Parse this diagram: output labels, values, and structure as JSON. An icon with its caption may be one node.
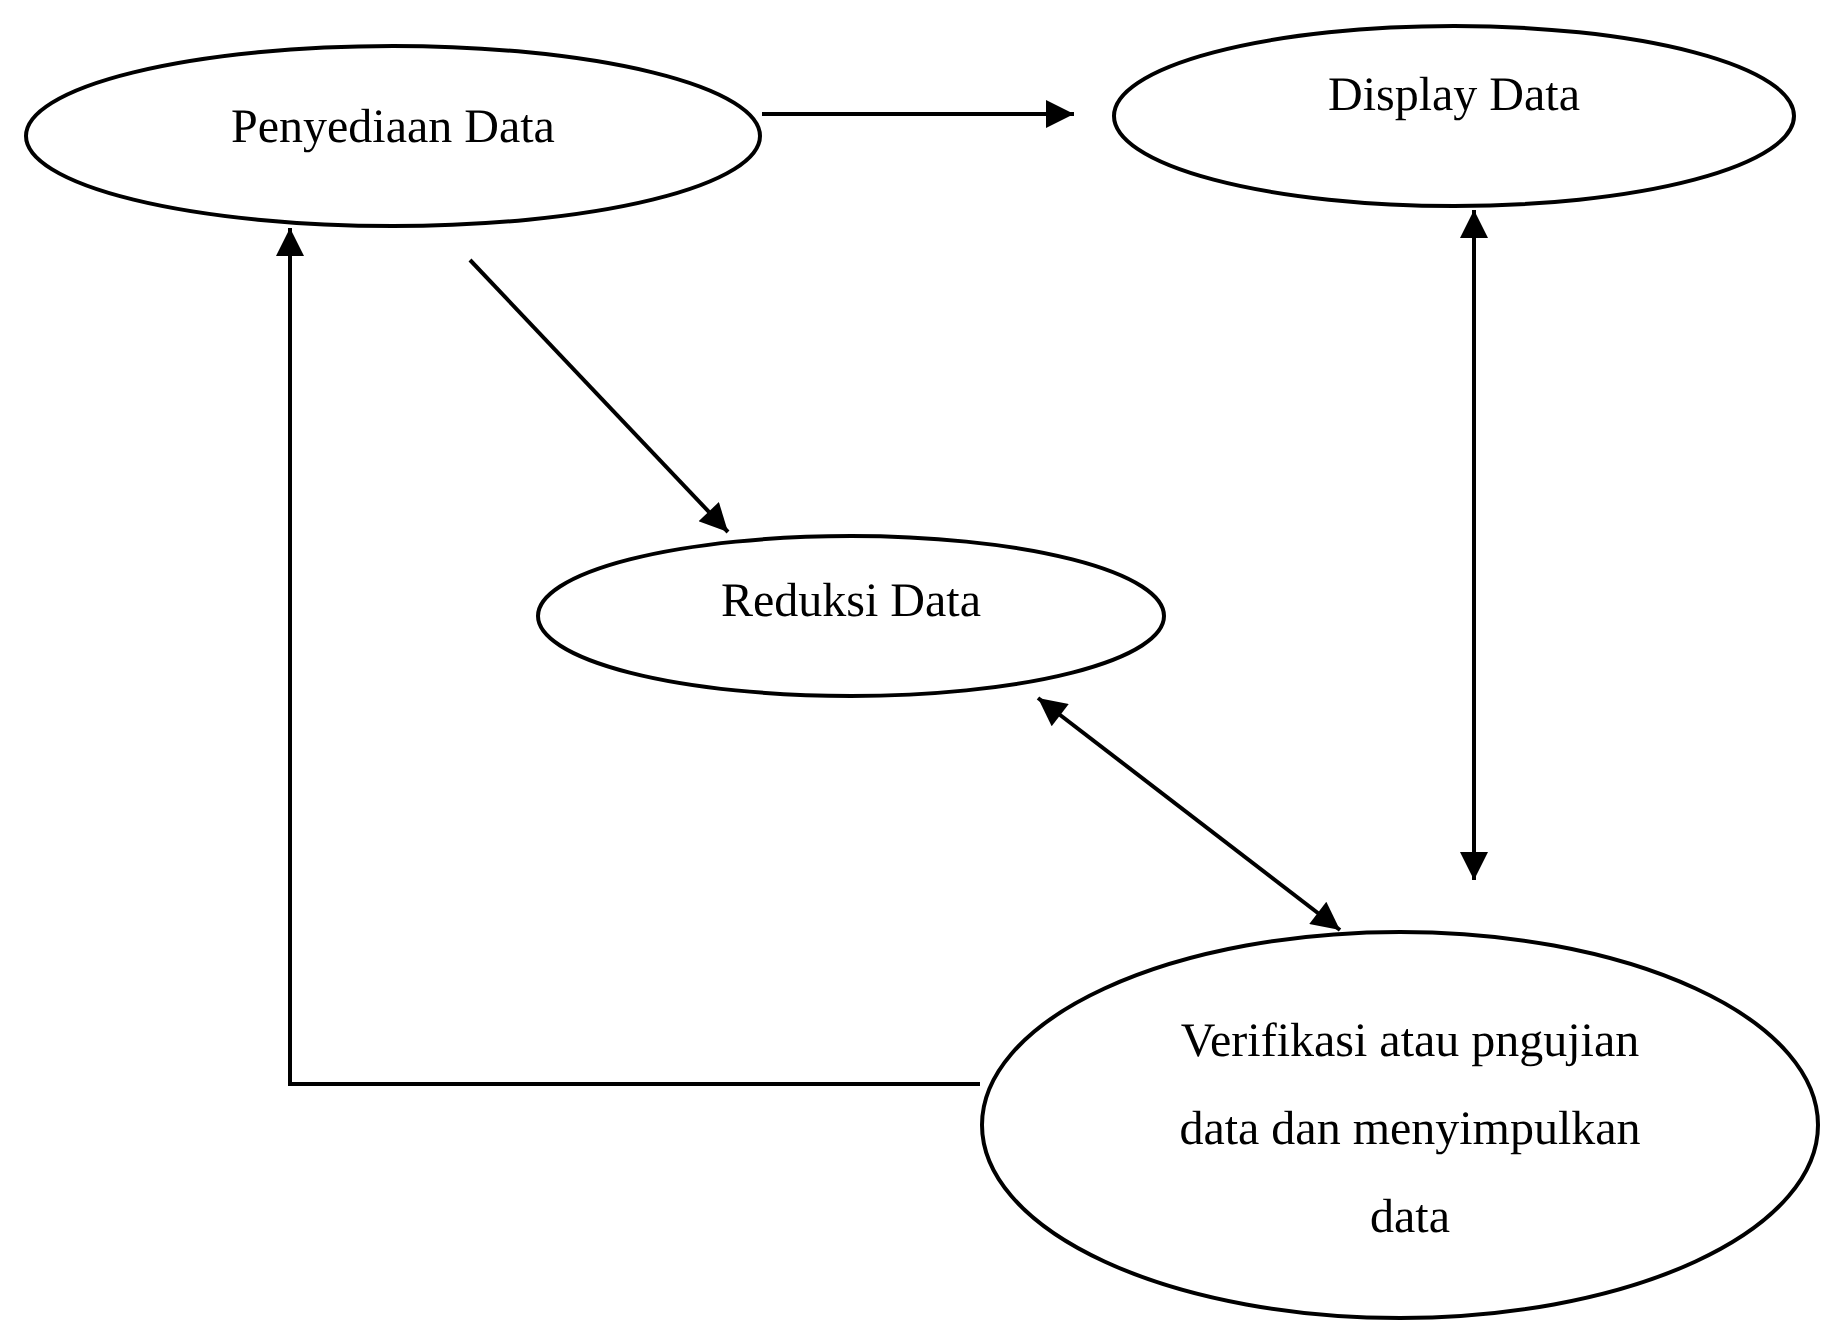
{
  "diagram": {
    "nodes": [
      {
        "text": [
          "Penyediaan Data"
        ]
      },
      {
        "text": [
          "Display Data"
        ]
      },
      {
        "text": [
          "Reduksi Data"
        ]
      },
      {
        "text": [
          "Verifikasi atau pngujian data dan menyimpulkan data"
        ]
      }
    ],
    "edges": [
      {
        "from": 0,
        "to": 1,
        "arrow": "to"
      },
      {
        "from": 0,
        "to": 2,
        "arrow": "to"
      },
      {
        "from": 1,
        "to": 3,
        "arrow": "both"
      },
      {
        "from": 2,
        "to": 3,
        "arrow": "both"
      },
      {
        "from": 3,
        "to": 0,
        "arrow": "to"
      }
    ]
  }
}
